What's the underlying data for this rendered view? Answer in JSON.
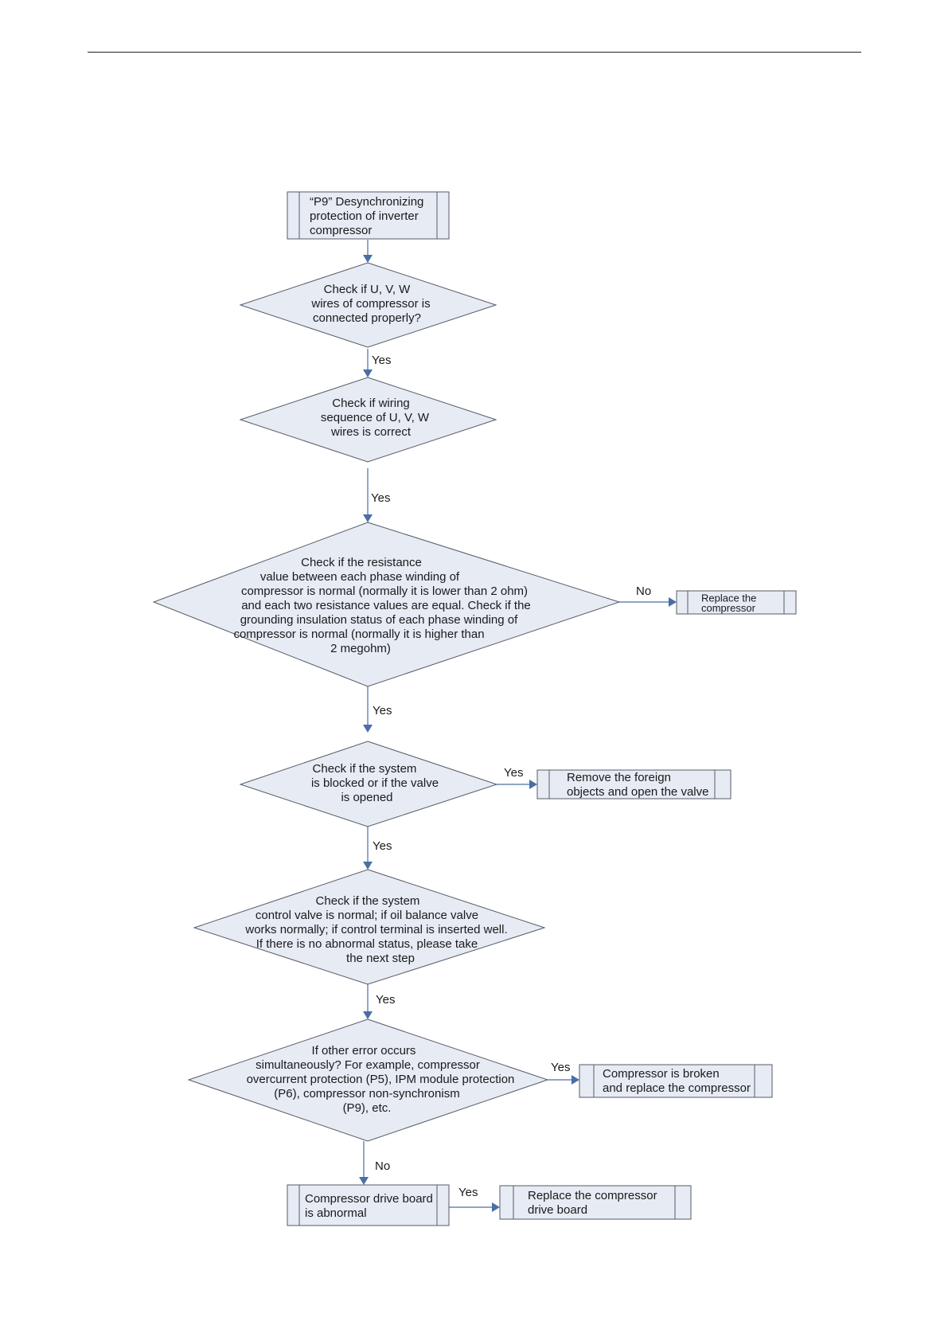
{
  "flowchart": {
    "start": [
      "“P9” Desynchronizing",
      "protection of inverter",
      "compressor"
    ],
    "d1": [
      "Check if U, V, W",
      "wires of compressor is",
      "connected properly?"
    ],
    "d2": [
      "Check if wiring",
      "sequence of U, V, W",
      "wires is correct"
    ],
    "d3": [
      "Check if the resistance",
      "value between each phase winding of",
      "compressor is normal (normally it is lower than 2 ohm)",
      "and each two resistance values are equal. Check if the",
      "grounding insulation status of each phase winding of",
      "compressor is normal (normally it is higher than",
      "2 megohm)"
    ],
    "r_replace_compressor": [
      "Replace the",
      "compressor"
    ],
    "d4": [
      "Check if the system",
      "is blocked or if the valve",
      "is opened"
    ],
    "r_remove_foreign": [
      "Remove the foreign",
      "objects and open the valve"
    ],
    "d5": [
      "Check if the system",
      "control valve is normal; if oil balance valve",
      "works normally; if control terminal is inserted well.",
      "If there is no abnormal status, please take",
      "the next step"
    ],
    "d6": [
      "If other error occurs",
      "simultaneously? For example, compressor",
      "overcurrent protection (P5), IPM module protection",
      "(P6), compressor non-synchronism",
      "(P9), etc."
    ],
    "r_compressor_broken": [
      "Compressor is broken",
      "and replace the compressor"
    ],
    "p_drive_abnormal": [
      "Compressor drive board",
      "is abnormal"
    ],
    "r_replace_drive": [
      "Replace the compressor",
      "drive board"
    ],
    "labels": {
      "yes1": "Yes",
      "yes2": "Yes",
      "no3": "No",
      "yes3": "Yes",
      "yes4r": "Yes",
      "yes4": "Yes",
      "yes5": "Yes",
      "yes6r": "Yes",
      "no6": "No",
      "yes7": "Yes"
    }
  }
}
